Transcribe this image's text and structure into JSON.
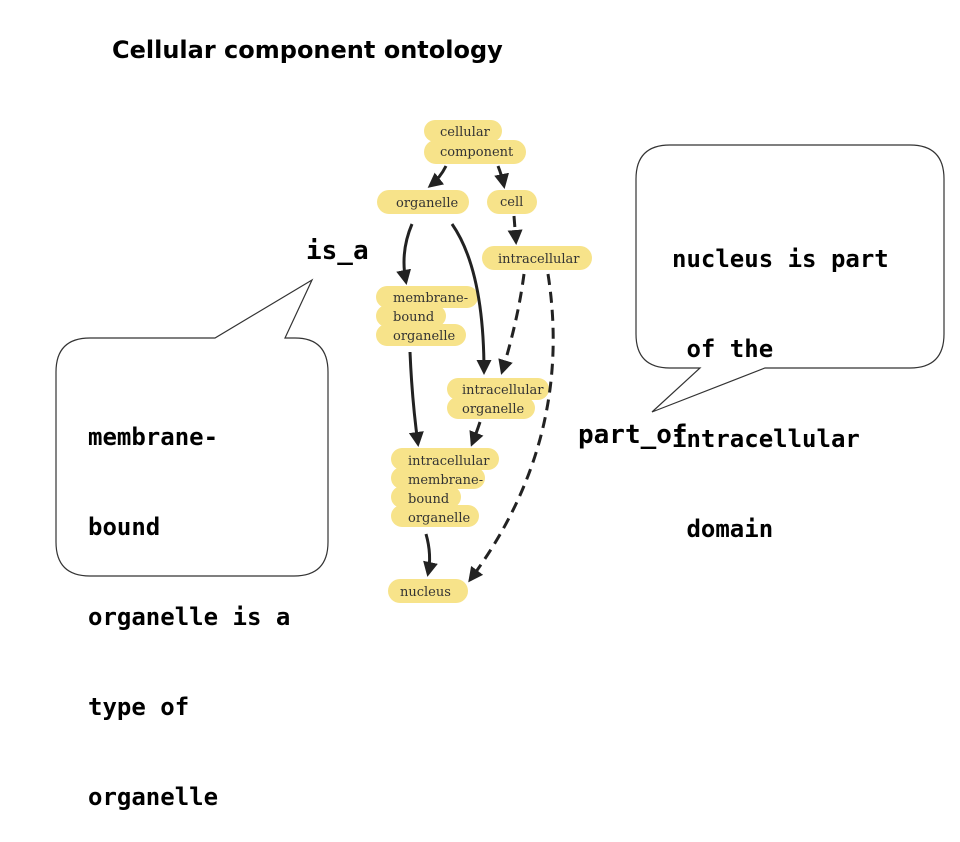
{
  "title": "Cellular component ontology",
  "labels": {
    "is_a": "is_a",
    "part_of": "part_of"
  },
  "callouts": {
    "left": [
      "membrane-",
      "bound",
      "organelle is a",
      "type of",
      "organelle"
    ],
    "right": [
      "nucleus is part",
      " of the",
      "intracellular",
      " domain"
    ]
  },
  "nodes": {
    "cellular_component": [
      "cellular",
      "component"
    ],
    "organelle": [
      "organelle"
    ],
    "cell": [
      "cell"
    ],
    "intracellular": [
      "intracellular"
    ],
    "membrane_bound_organelle": [
      "membrane-",
      "bound",
      "organelle"
    ],
    "intracellular_organelle": [
      "intracellular",
      "organelle"
    ],
    "intracellular_membrane_bound_organelle": [
      "intracellular",
      "membrane-",
      "bound",
      "organelle"
    ],
    "nucleus": [
      "nucleus"
    ]
  },
  "colors": {
    "node_fill": "#f7e38a",
    "edge": "#222222",
    "callout_stroke": "#333333"
  },
  "edge_types": {
    "solid": "is_a",
    "dashed": "part_of"
  }
}
